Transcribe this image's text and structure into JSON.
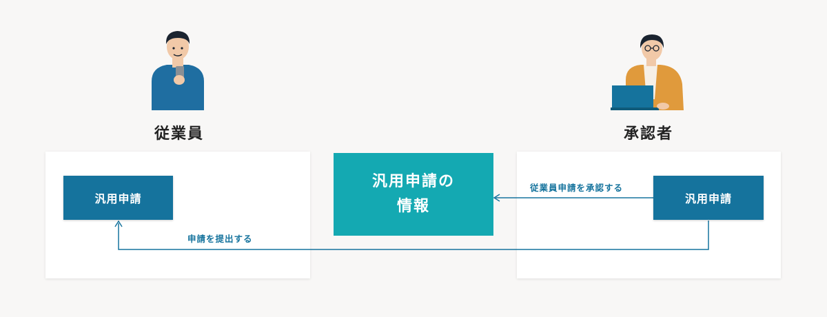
{
  "roles": {
    "employee": "従業員",
    "approver": "承認者"
  },
  "buttons": {
    "employee_request": "汎用申請",
    "approver_request": "汎用申請"
  },
  "info_box": {
    "line1": "汎用申請の",
    "line2": "情報"
  },
  "edges": {
    "submit": "申請を提出する",
    "approve": "従業員申請を承認する"
  },
  "colors": {
    "primary_blue": "#15739d",
    "teal": "#14a9b2",
    "background": "#f8f7f6",
    "approver_jacket": "#e09a3c"
  }
}
